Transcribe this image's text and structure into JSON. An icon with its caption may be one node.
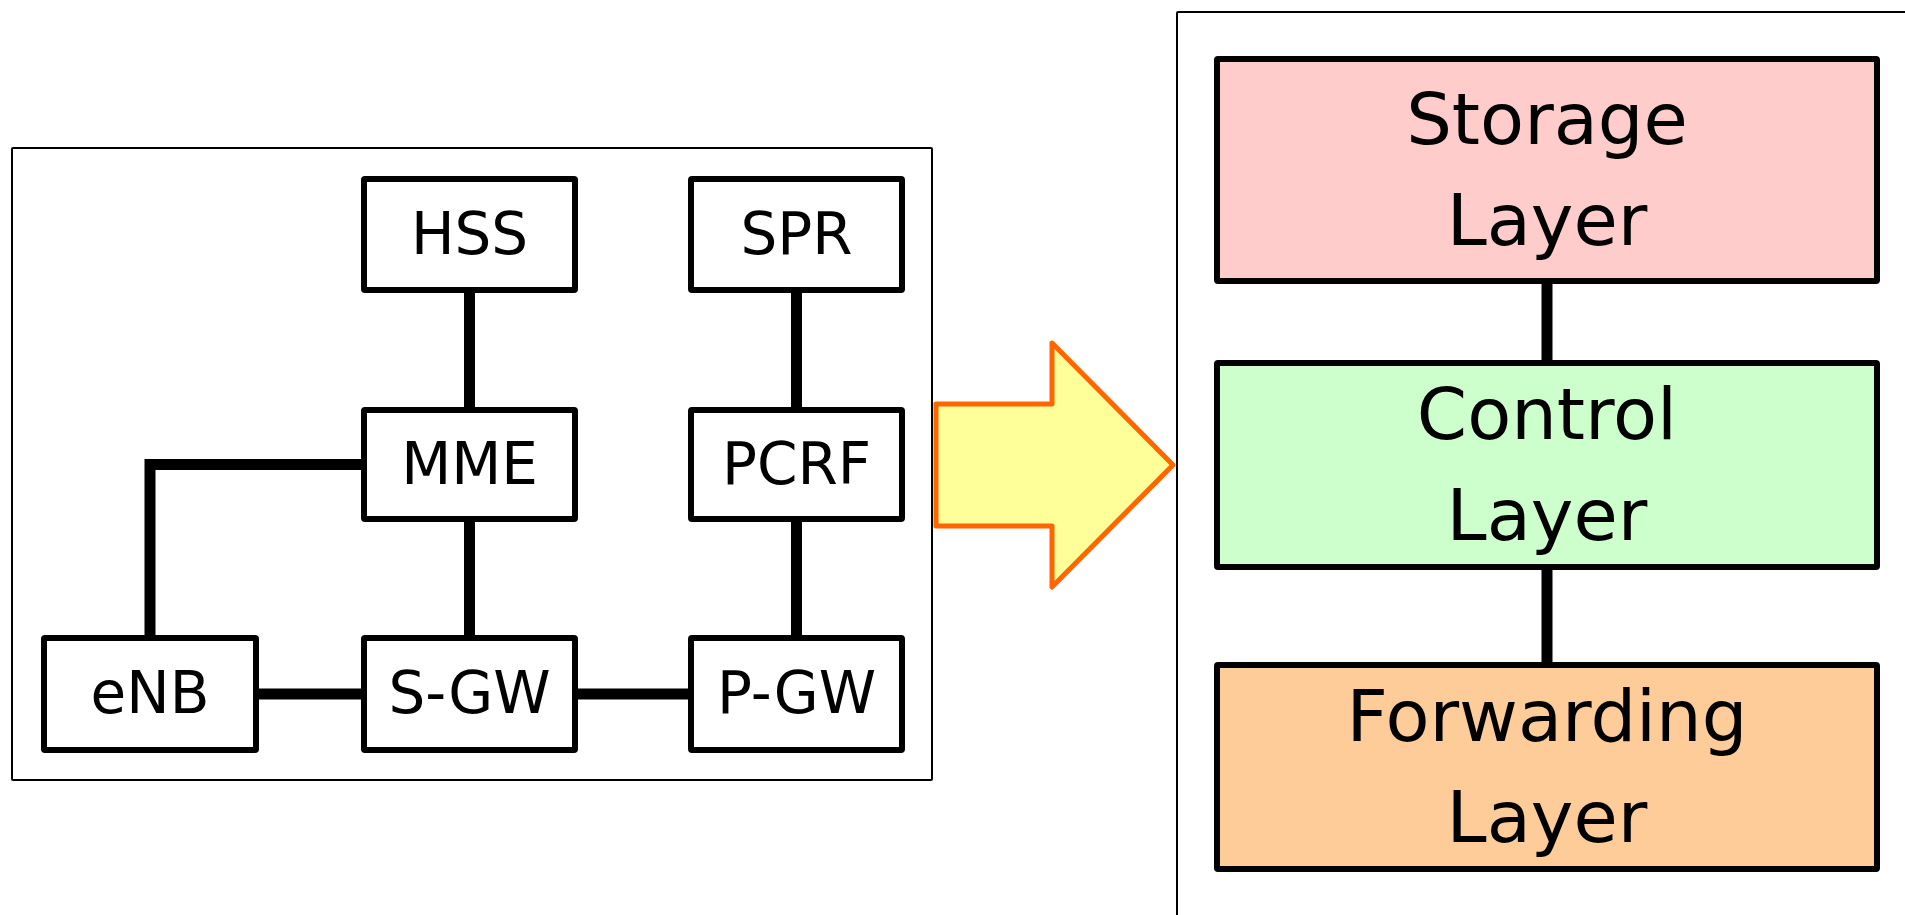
{
  "diagram": {
    "nodes": [
      {
        "text": [],
        "shape": "box"
      },
      {
        "text": [
          "HSS"
        ],
        "in": 0
      },
      {
        "text": [
          "SPR"
        ],
        "in": 0
      },
      {
        "text": [
          "MME"
        ],
        "in": 0
      },
      {
        "text": [
          "PCRF"
        ],
        "in": 0
      },
      {
        "text": [
          "eNB"
        ],
        "in": 0
      },
      {
        "text": [
          "S-GW"
        ],
        "in": 0
      },
      {
        "text": [
          "P-GW"
        ],
        "in": 0
      },
      {
        "text": [],
        "shape": "box"
      },
      {
        "text": [
          "Storage Layer"
        ],
        "in": 8
      },
      {
        "text": [
          "Control Layer"
        ],
        "in": 8
      },
      {
        "text": [
          "Forwarding Layer"
        ],
        "in": 8
      }
    ],
    "edges": [
      {
        "from": 1,
        "to": 3,
        "arrow": "none"
      },
      {
        "from": 2,
        "to": 4,
        "arrow": "none"
      },
      {
        "from": 3,
        "to": 6,
        "arrow": "none"
      },
      {
        "from": 4,
        "to": 7,
        "arrow": "none"
      },
      {
        "from": 5,
        "to": 3,
        "arrow": "none"
      },
      {
        "from": 5,
        "to": 6,
        "arrow": "none"
      },
      {
        "from": 6,
        "to": 7,
        "arrow": "none"
      },
      {
        "from": 0,
        "to": 8,
        "arrow": "to",
        "color": "#ff6600"
      },
      {
        "from": 9,
        "to": 10,
        "arrow": "none"
      },
      {
        "from": 10,
        "to": 11,
        "arrow": "none"
      }
    ]
  }
}
